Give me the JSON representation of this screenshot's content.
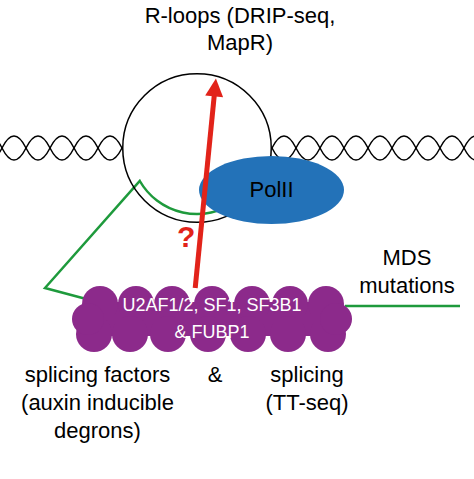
{
  "diagram": {
    "nodes": [
      {
        "text": [
          "R-loops (DRIP-seq, MapR)"
        ]
      },
      {
        "text": [
          "PolII"
        ]
      },
      {
        "text": [
          "U2AF1/2, SF1, SF3B1 & FUBP1"
        ]
      }
    ],
    "edges": [
      {
        "from": 2,
        "to": 0,
        "label": "?",
        "arrow": "to"
      }
    ],
    "labels": [
      "MDS mutations",
      "splicing factors (auxin inducible degrons)",
      "&",
      "splicing (TT-seq)"
    ]
  }
}
